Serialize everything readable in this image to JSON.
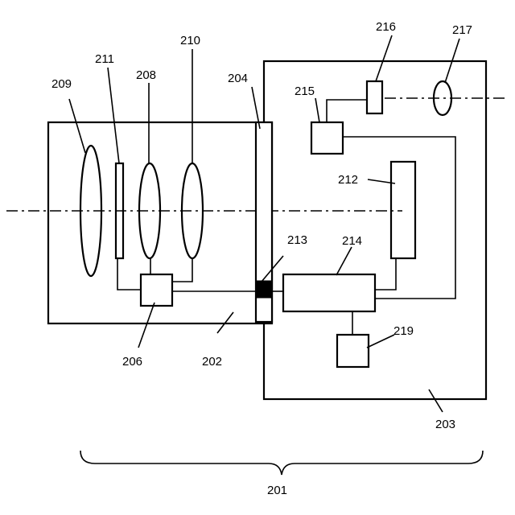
{
  "figure": {
    "labels": {
      "lens_209": "209",
      "element_211": "211",
      "lens_208": "208",
      "lens_210": "210",
      "mount_204": "204",
      "unit_215": "215",
      "unit_216": "216",
      "element_217": "217",
      "sensor_212": "212",
      "contact_213": "213",
      "unit_214": "214",
      "unit_219": "219",
      "unit_206": "206",
      "lens_body_202": "202",
      "camera_body_203": "203",
      "system_201": "201"
    }
  }
}
